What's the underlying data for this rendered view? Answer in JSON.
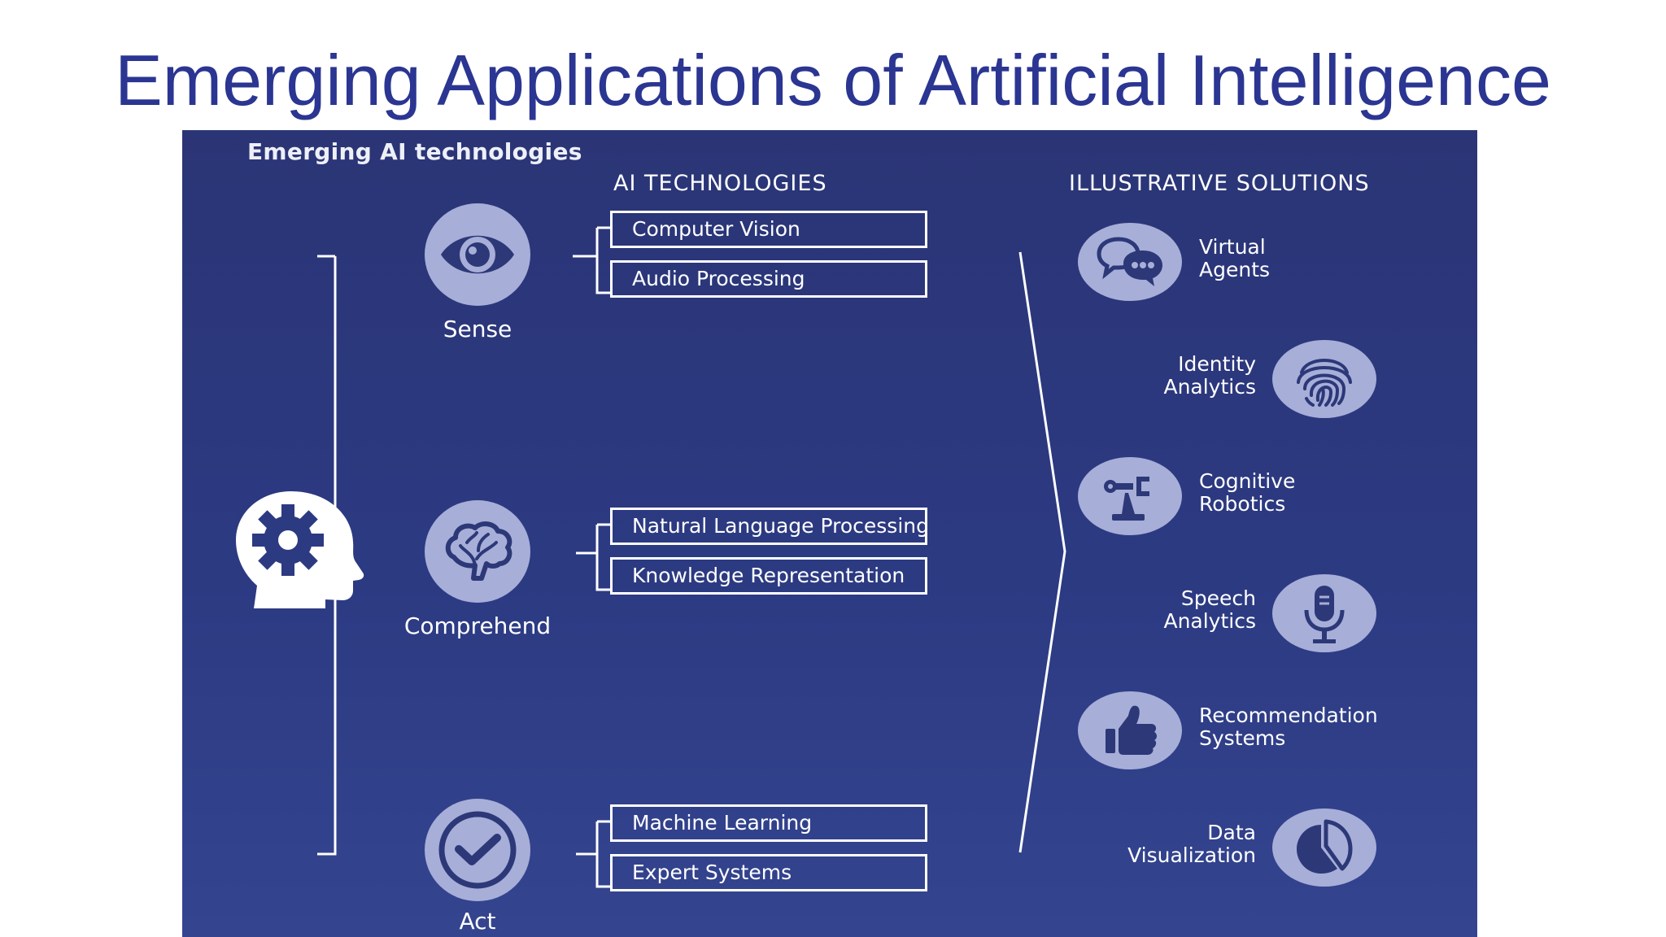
{
  "slide": {
    "title": "Emerging Applications of Artificial Intelligence"
  },
  "panel": {
    "title": "Emerging AI technologies",
    "tech_heading": "AI TECHNOLOGIES",
    "solutions_heading": "ILLUSTRATIVE SOLUTIONS"
  },
  "stages": [
    {
      "label": "Sense",
      "icon": "eye-icon",
      "technologies": [
        "Computer Vision",
        "Audio Processing"
      ]
    },
    {
      "label": "Comprehend",
      "icon": "brain-icon",
      "technologies": [
        "Natural Language Processing",
        "Knowledge Representation"
      ]
    },
    {
      "label": "Act",
      "icon": "checkmark-icon",
      "technologies": [
        "Machine Learning",
        "Expert Systems"
      ]
    }
  ],
  "solutions": [
    {
      "label": "Virtual\nAgents",
      "icon": "chat-bubbles-icon"
    },
    {
      "label": "Identity\nAnalytics",
      "icon": "fingerprint-icon"
    },
    {
      "label": "Cognitive\nRobotics",
      "icon": "robot-arm-icon"
    },
    {
      "label": "Speech\nAnalytics",
      "icon": "microphone-icon"
    },
    {
      "label": "Recommendation\nSystems",
      "icon": "thumbs-up-icon"
    },
    {
      "label": "Data\nVisualization",
      "icon": "pie-chart-icon"
    }
  ],
  "colors": {
    "title": "#2b3592",
    "panel_bg": "#2c3a82",
    "icon_circle": "#a7aed8",
    "icon_fill": "#2d3878",
    "text": "#ffffff"
  }
}
